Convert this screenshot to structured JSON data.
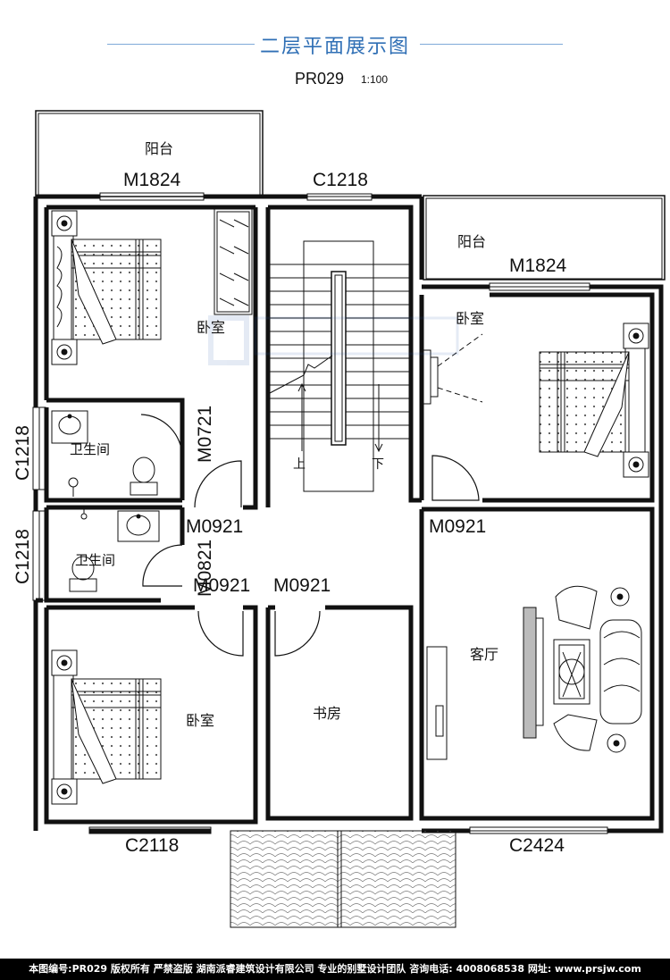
{
  "header": {
    "title": "二层平面展示图",
    "code": "PR029",
    "scale": "1:100"
  },
  "rooms": {
    "balcony_top": "阳台",
    "balcony_right": "阳台",
    "bedroom_nw": "卧室",
    "bedroom_ne": "卧室",
    "bedroom_sw": "卧室",
    "bath_1": "卫生间",
    "bath_2": "卫生间",
    "study": "书房",
    "living": "客厅"
  },
  "openings": {
    "m1824_top": "M1824",
    "m1824_right": "M1824",
    "c1218_top": "C1218",
    "c1218_left1": "C1218",
    "c1218_left2": "C1218",
    "m0721": "M0721",
    "m0921_a": "M0921",
    "m0921_b": "M0921",
    "m0921_c": "M0921",
    "m0921_d": "M0921",
    "m0821": "M0821",
    "c2118": "C2118",
    "c2424": "C2424"
  },
  "stairs": {
    "up": "上",
    "down": "下"
  },
  "footer": {
    "text": "本图编号:PR029 版权所有 严禁盗版 湖南派睿建筑设计有限公司 专业的别墅设计团队 咨询电话: 4008068538 网址: www.prsjw.com"
  }
}
